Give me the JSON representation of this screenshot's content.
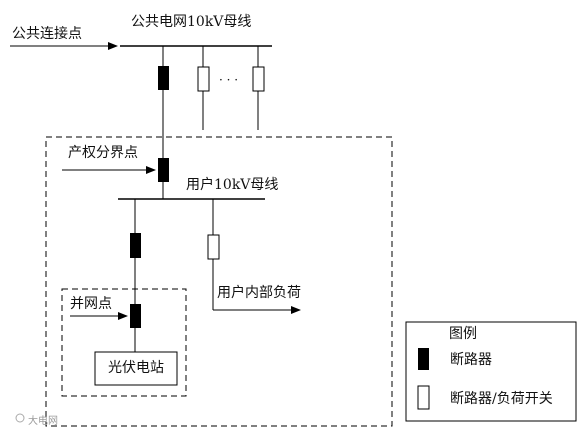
{
  "labels": {
    "public_connection_point": "公共连接点",
    "public_grid_bus": "公共电网10kV母线",
    "ellipsis": "· · ·",
    "property_boundary": "产权分界点",
    "user_bus": "用户10kV母线",
    "user_internal_load": "用户内部负荷",
    "grid_connection_point": "并网点",
    "pv_station": "光伏电站"
  },
  "legend": {
    "title": "图例",
    "breaker": "断路器",
    "switch": "断路器/负荷开关"
  },
  "watermark": "大电网"
}
